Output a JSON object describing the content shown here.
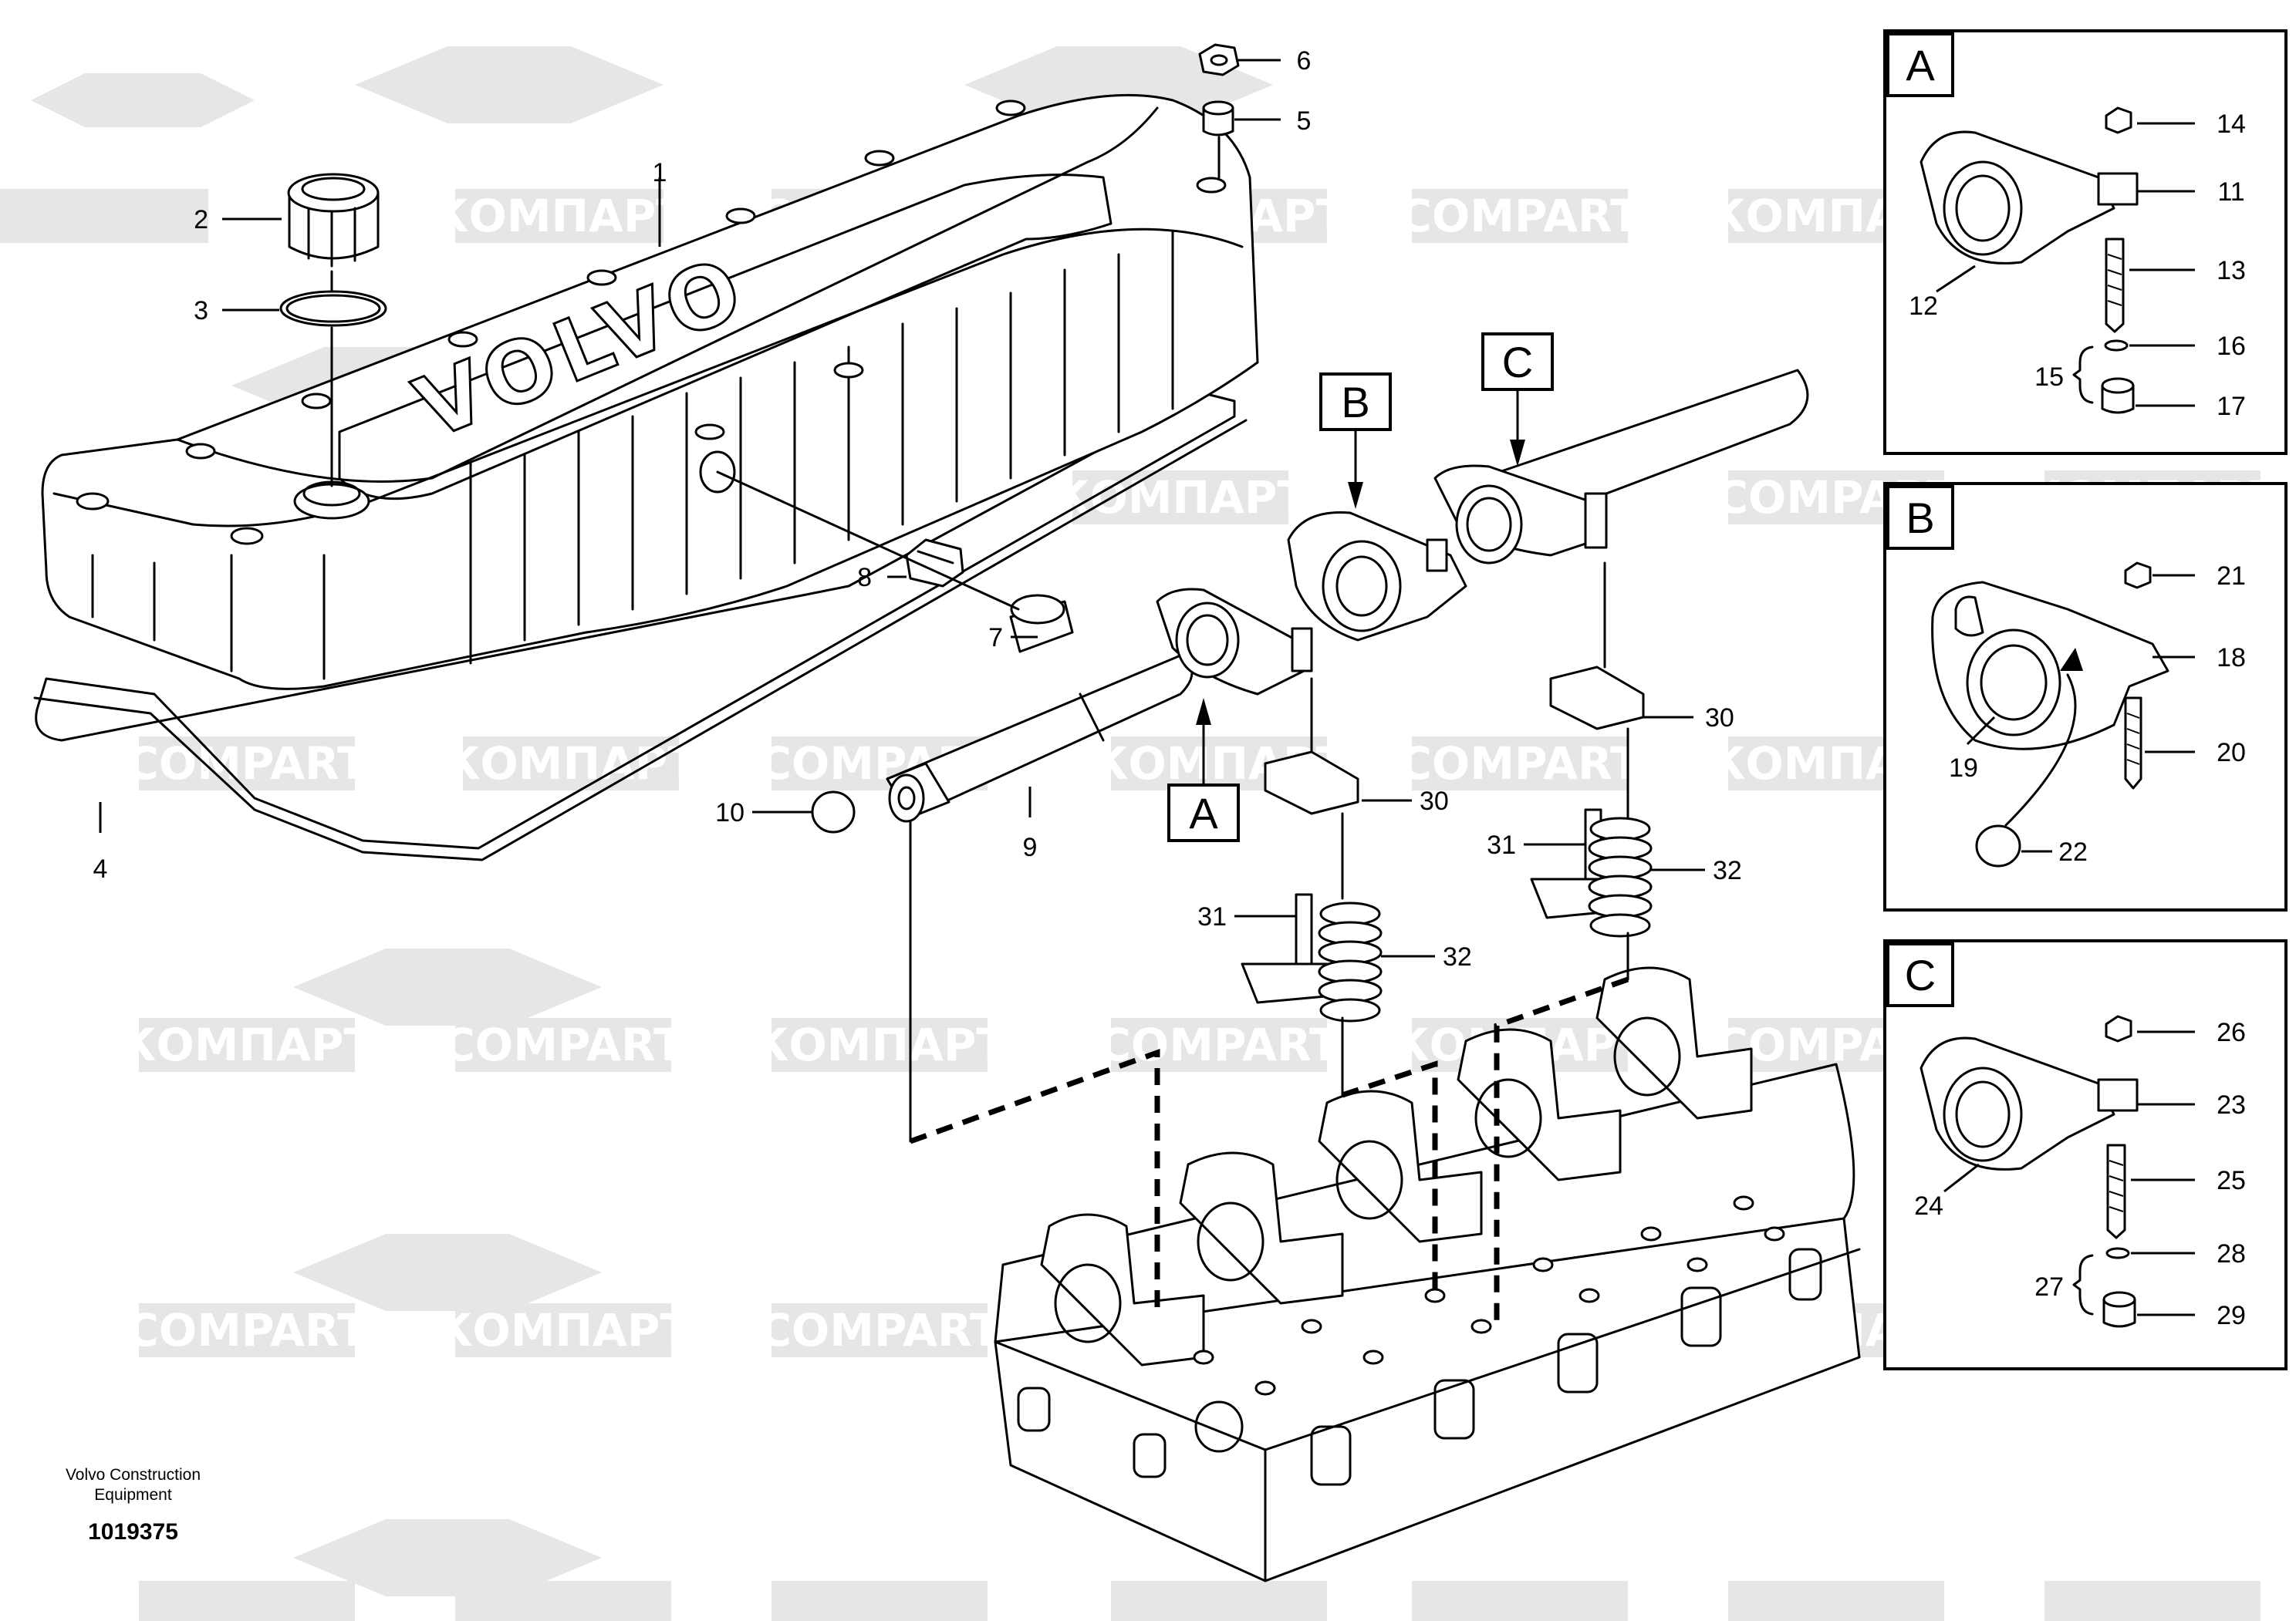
{
  "watermark": {
    "text_cyrillic": "КОМПАРТ",
    "text_latin": "COMPART",
    "color": "#e6e6e6"
  },
  "footer": {
    "company_line1": "Volvo Construction",
    "company_line2": "Equipment",
    "drawing_number": "1019375"
  },
  "detail_boxes": {
    "a": "A",
    "b": "B",
    "c": "C"
  },
  "panels": {
    "a": {
      "title": "A"
    },
    "b": {
      "title": "B"
    },
    "c": {
      "title": "C"
    }
  },
  "callouts": {
    "c1": "1",
    "c2": "2",
    "c3": "3",
    "c4": "4",
    "c5": "5",
    "c6": "6",
    "c7": "7",
    "c8": "8",
    "c9": "9",
    "c10": "10",
    "c30a": "30",
    "c30b": "30",
    "c31a": "31",
    "c31b": "31",
    "c32a": "32",
    "c32b": "32",
    "c11": "11",
    "c12": "12",
    "c13": "13",
    "c14": "14",
    "c15": "15",
    "c16": "16",
    "c17": "17",
    "c18": "18",
    "c19": "19",
    "c20": "20",
    "c21": "21",
    "c22": "22",
    "c23": "23",
    "c24": "24",
    "c25": "25",
    "c26": "26",
    "c27": "27",
    "c28": "28",
    "c29": "29"
  },
  "cover_logo": "VOLVO"
}
